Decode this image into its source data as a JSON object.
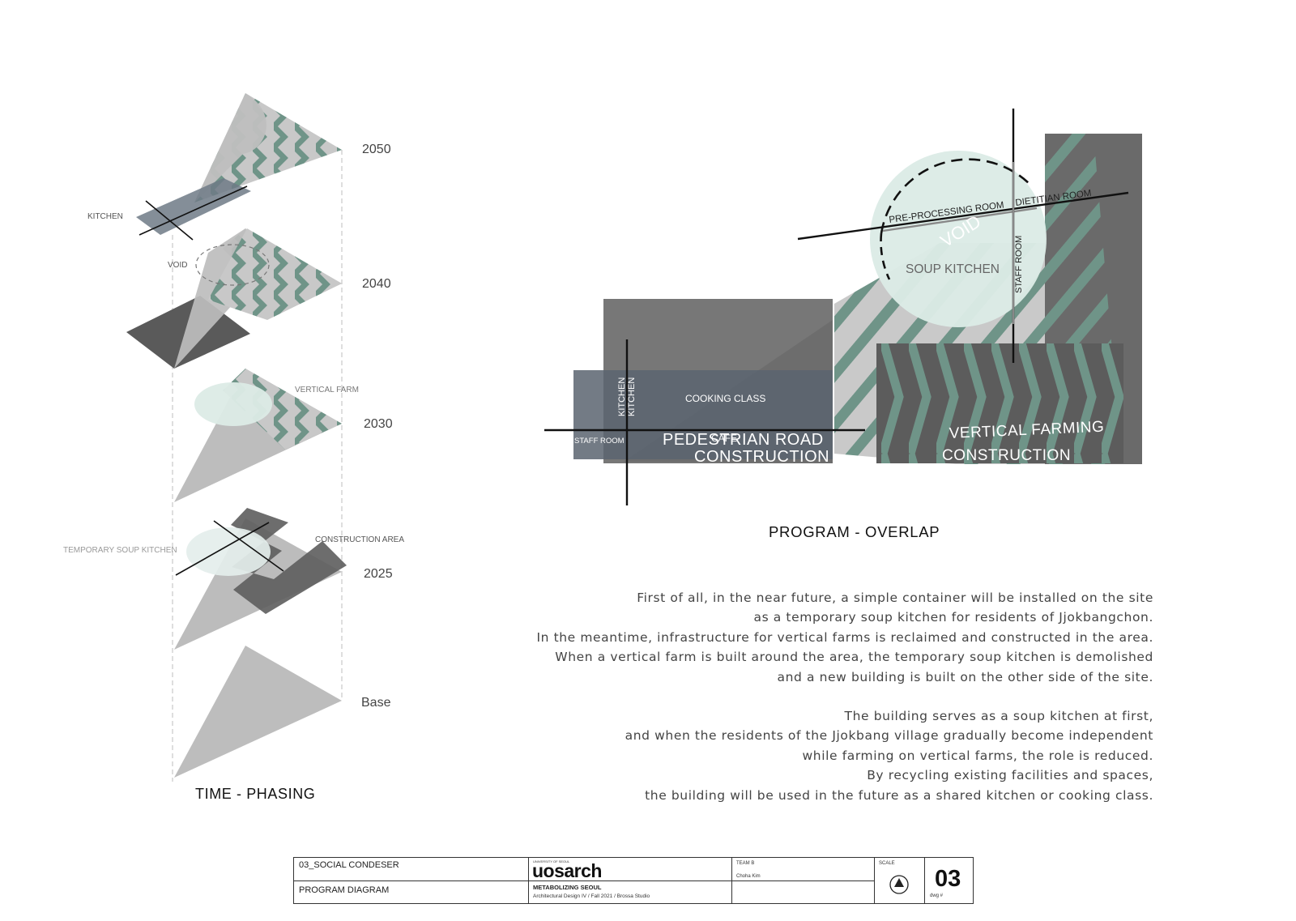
{
  "time_phasing": {
    "title": "TIME - PHASING",
    "years": [
      "2050",
      "2040",
      "2030",
      "2025",
      "Base"
    ],
    "labels": {
      "kitchen": "KITCHEN",
      "void": "VOID",
      "vertical_farm": "VERTICAL FARM",
      "temporary_soup_kitchen": "TEMPORARY SOUP KITCHEN",
      "construction_area": "CONSTRUCTION AREA"
    }
  },
  "program_overlap": {
    "title": "PROGRAM - OVERLAP",
    "labels": {
      "pre_processing_room": "PRE-PROCESSING ROOM",
      "dietitian_room": "DIETITIAN ROOM",
      "void": "VOID",
      "soup_kitchen": "SOUP KITCHEN",
      "staff_room_right": "STAFF ROOM",
      "kitchen_1": "KITCHEN",
      "kitchen_2": "KITCHEN",
      "cooking_class": "COOKING CLASS",
      "staff_room_left": "STAFF ROOM",
      "cafe": "CAFE",
      "pedestrian_road": "PEDESTRIAN ROAD",
      "construction_left": "CONSTRUCTION",
      "vertical_farming": "VERTICAL FARMING",
      "construction_right": "CONSTRUCTION"
    }
  },
  "description": {
    "paragraph1": [
      "First of all, in the near future, a simple container will be installed on the site",
      "as a temporary soup kitchen for residents of Jjokbangchon.",
      "In the meantime, infrastructure for vertical farms is reclaimed and constructed in the area.",
      "When a vertical farm is built around the area, the temporary soup kitchen is demolished",
      "and a new building is built on the other side of the site."
    ],
    "paragraph2": [
      "The building serves as a soup kitchen at first,",
      "and when the residents of the Jjokbang village gradually become independent",
      "while farming on vertical farms, the role is reduced.",
      "By recycling existing facilities and spaces,",
      "the building will be used in the future as a shared kitchen or cooking class."
    ]
  },
  "title_block": {
    "project": "03_SOCIAL CONDESER",
    "drawing": "PROGRAM DIAGRAM",
    "university": "UNIVERSITY OF SEOUL",
    "logo": "uosarch",
    "course_title": "METABOLIZING SEOUL",
    "course_sub": "Architectural Design IV / Fall 2021 / Brossa Studio",
    "team": "TEAM B",
    "author": "Choha Kim",
    "scale_label": "SCALE",
    "sheet_number": "03",
    "sheet_label": "dwg #"
  },
  "colors": {
    "green": "#6f9488",
    "gray_light": "#c5c5c5",
    "gray_mid": "#8f8f8f",
    "gray_dark": "#6a6a6a",
    "void_fill": "#dcebe6"
  }
}
